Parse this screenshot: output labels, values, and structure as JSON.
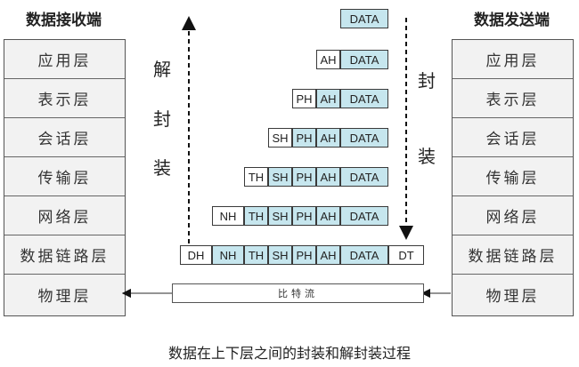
{
  "receiver": {
    "title": "数据接收端",
    "layers": [
      "应用层",
      "表示层",
      "会话层",
      "传输层",
      "网络层",
      "数据链路层",
      "物理层"
    ]
  },
  "sender": {
    "title": "数据发送端",
    "layers": [
      "应用层",
      "表示层",
      "会话层",
      "传输层",
      "网络层",
      "数据链路层",
      "物理层"
    ]
  },
  "decap_label": [
    "解",
    "封",
    "装"
  ],
  "encap_label": [
    "封",
    "装"
  ],
  "packets": [
    [
      "DATA"
    ],
    [
      "AH",
      "DATA"
    ],
    [
      "PH",
      "AH",
      "DATA"
    ],
    [
      "SH",
      "PH",
      "AH",
      "DATA"
    ],
    [
      "TH",
      "SH",
      "PH",
      "AH",
      "DATA"
    ],
    [
      "NH",
      "TH",
      "SH",
      "PH",
      "AH",
      "DATA"
    ],
    [
      "DH",
      "NH",
      "TH",
      "SH",
      "PH",
      "AH",
      "DATA",
      "DT"
    ]
  ],
  "bitstream_label": "比特流",
  "caption": "数据在上下层之间的封装和解封装过程"
}
